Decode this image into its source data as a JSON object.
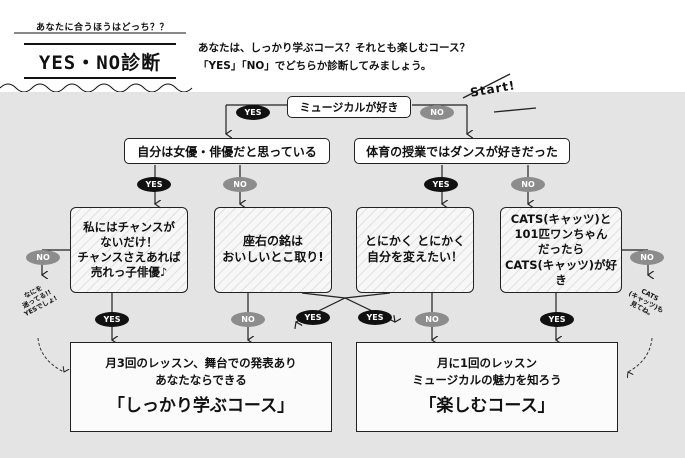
{
  "header": {
    "subtitle": "あなたに合うほうはどっち？？",
    "title": "YES・NO診断",
    "desc_line1": "あなたは、しっかり学ぶコース？それとも楽しむコース？",
    "desc_line2": "「YES」「NO」でどちらか診断してみましょう。"
  },
  "start_label": "Start!",
  "questions": {
    "q1": "ミュージカルが好き",
    "q2": "自分は女優・俳優だと思っている",
    "q3": "体育の授業ではダンスが好きだった"
  },
  "boxes": {
    "b1": [
      "私にはチャンスが",
      "ないだけ！",
      "チャンスさえあれば",
      "売れっ子俳優♪"
    ],
    "b2": [
      "座右の銘は",
      "おいしいとこ取り!"
    ],
    "b3": [
      "とにかく とにかく",
      "自分を変えたい！"
    ],
    "b4": [
      "CATS(キャッツ)と",
      "101匹ワンちゃん",
      "だったら",
      "CATS(キャッツ)が好き"
    ]
  },
  "results": {
    "study": {
      "line1": "月3回のレッスン、舞台での発表あり",
      "line2": "あなたならできる",
      "name": "「しっかり学ぶコース」"
    },
    "fun": {
      "line1": "月に1回のレッスン",
      "line2": "ミュージカルの魅力を知ろう",
      "name": "「楽しむコース」"
    }
  },
  "labels": {
    "yes": "YES",
    "no": "NO"
  },
  "side_notes": {
    "left": [
      "なにを",
      "迷ってる!!",
      "YESでしょ!"
    ],
    "right": [
      "CATS",
      "(キャッツ)も",
      "見てね。"
    ]
  }
}
